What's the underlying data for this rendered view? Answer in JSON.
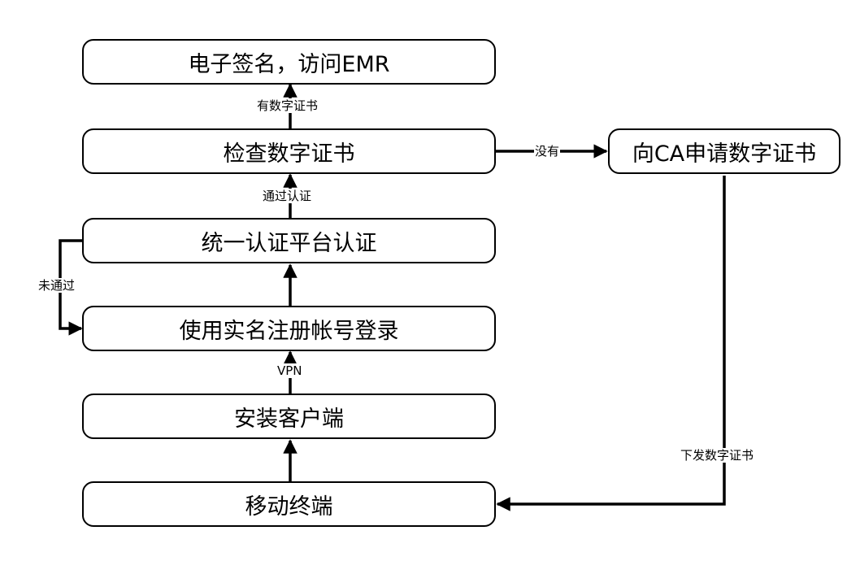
{
  "nodes": {
    "emr": "电子签名，访问EMR",
    "check_cert": "检查数字证书",
    "unified_auth": "统一认证平台认证",
    "login": "使用实名注册帐号登录",
    "install_client": "安装客户端",
    "mobile_terminal": "移动终端",
    "ca_apply": "向CA申请数字证书"
  },
  "edges": {
    "has_cert": "有数字证书",
    "passed_auth": "通过认证",
    "not_passed": "未通过",
    "vpn": "VPN",
    "no_cert": "没有",
    "issue_cert": "下发数字证书"
  }
}
